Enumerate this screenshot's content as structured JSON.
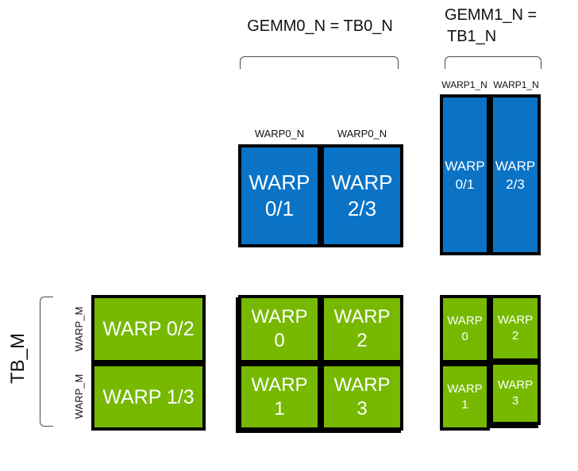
{
  "colors": {
    "blue": "#0a73c6",
    "green": "#76b900",
    "border": "#000000",
    "bracket": "#4a4a4a"
  },
  "captions": {
    "gemm0": "GEMM0_N = TB0_N",
    "gemm1_line1": "GEMM1_N =",
    "gemm1_line2": "TB1_N",
    "warp0_n": [
      "WARP0_N",
      "WARP0_N"
    ],
    "warp1_n": [
      "WARP1_N",
      "WARP1_N"
    ],
    "warp_m": [
      "WARP_M",
      "WARP_M"
    ],
    "tb_m": "TB_M"
  },
  "tiles": {
    "gemm0_n_row": [
      {
        "line1": "WARP",
        "line2": "0/1"
      },
      {
        "line1": "WARP",
        "line2": "2/3"
      }
    ],
    "gemm1_n_row": [
      {
        "line1": "WARP",
        "line2": "0/1"
      },
      {
        "line1": "WARP",
        "line2": "2/3"
      }
    ],
    "left_m_block": [
      {
        "label": "WARP 0/2"
      },
      {
        "label": "WARP 1/3"
      }
    ],
    "mid_grid": [
      {
        "line1": "WARP",
        "line2": "0"
      },
      {
        "line1": "WARP",
        "line2": "2"
      },
      {
        "line1": "WARP",
        "line2": "1"
      },
      {
        "line1": "WARP",
        "line2": "3"
      }
    ],
    "right_grid": [
      {
        "line1": "WARP",
        "line2": "0"
      },
      {
        "line1": "WARP",
        "line2": "2"
      },
      {
        "line1": "WARP",
        "line2": "1"
      },
      {
        "line1": "WARP",
        "line2": "3"
      }
    ]
  }
}
